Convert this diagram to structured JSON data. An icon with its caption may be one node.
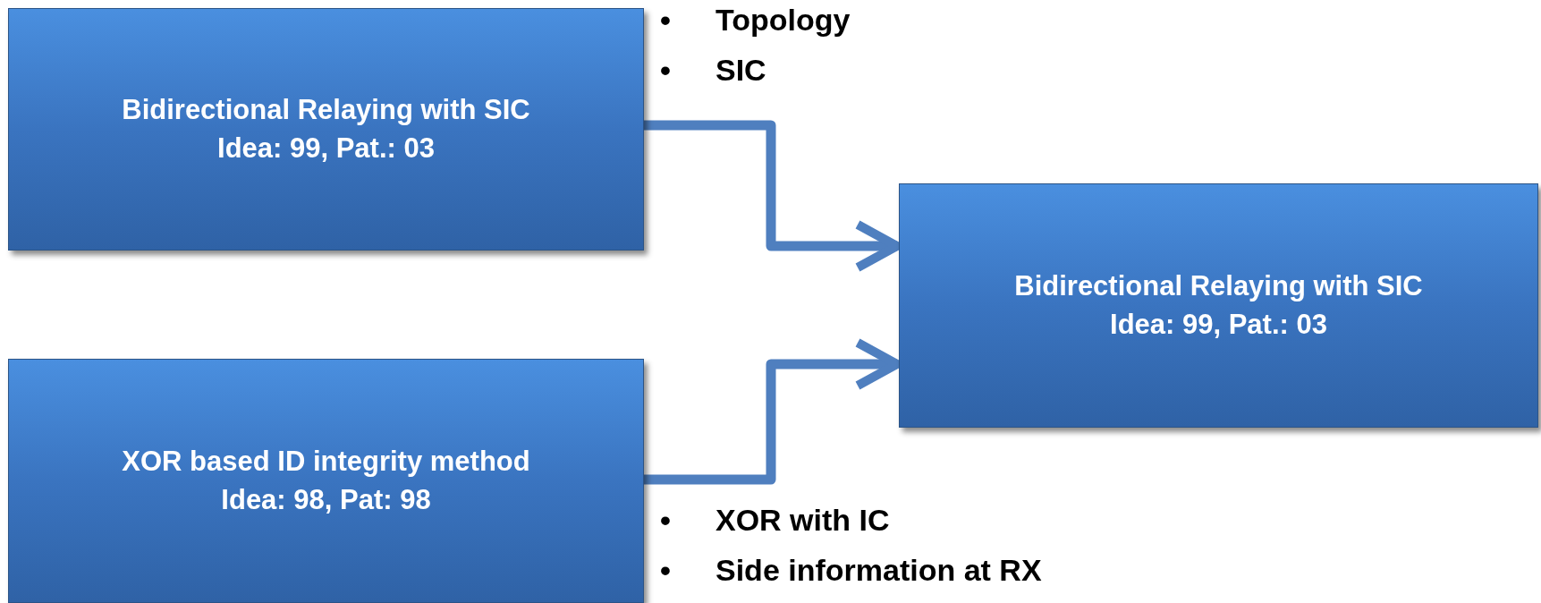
{
  "diagram": {
    "nodes": [
      {
        "text": [
          "Bidirectional Relaying with SIC",
          "Idea: 99, Pat.: 03"
        ]
      },
      {
        "text": [
          "XOR based ID integrity method",
          "Idea: 98, Pat: 98"
        ]
      },
      {
        "text": [
          "Bidirectional Relaying with SIC",
          "Idea: 99, Pat.: 03"
        ]
      }
    ],
    "edges": [
      {
        "from": 0,
        "to": 2,
        "arrow": "to"
      },
      {
        "from": 1,
        "to": 2,
        "arrow": "to"
      }
    ],
    "labels": [
      "•",
      "Topology",
      "•",
      "SIC",
      "•",
      "XOR with IC",
      "•",
      "Side information at RX"
    ]
  }
}
